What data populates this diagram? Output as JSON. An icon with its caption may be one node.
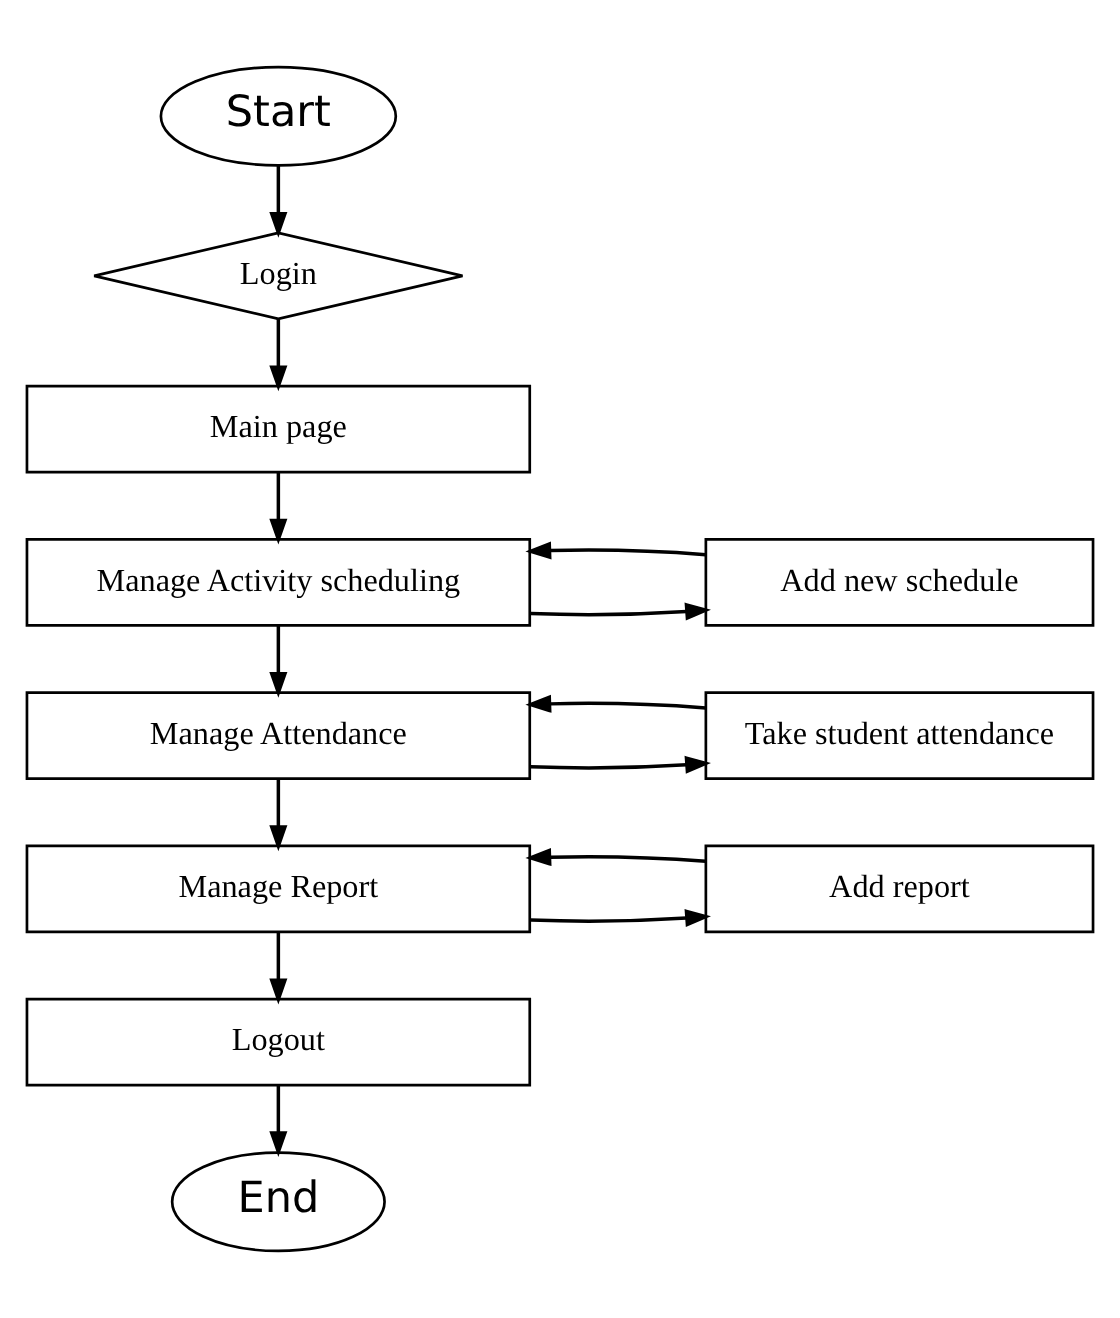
{
  "diagram": {
    "nodes": [
      {
        "text": [
          "Start"
        ]
      },
      {
        "text": [
          "Login"
        ]
      },
      {
        "text": [
          "Main page"
        ]
      },
      {
        "text": [
          "Manage Activity scheduling"
        ]
      },
      {
        "text": [
          "Add new schedule"
        ]
      },
      {
        "text": [
          "Manage Attendance"
        ]
      },
      {
        "text": [
          "Take student attendance"
        ]
      },
      {
        "text": [
          "Manage Report"
        ]
      },
      {
        "text": [
          "Add report"
        ]
      },
      {
        "text": [
          "Logout"
        ]
      },
      {
        "text": [
          "End"
        ]
      }
    ],
    "edges": [
      {
        "from": 0,
        "to": 1,
        "arrow": "to"
      },
      {
        "from": 1,
        "to": 2,
        "arrow": "to"
      },
      {
        "from": 2,
        "to": 3,
        "arrow": "to"
      },
      {
        "from": 3,
        "to": 4,
        "arrow": "to"
      },
      {
        "from": 4,
        "to": 3,
        "arrow": "to"
      },
      {
        "from": 3,
        "to": 5,
        "arrow": "to"
      },
      {
        "from": 5,
        "to": 6,
        "arrow": "to"
      },
      {
        "from": 6,
        "to": 5,
        "arrow": "to"
      },
      {
        "from": 5,
        "to": 7,
        "arrow": "to"
      },
      {
        "from": 7,
        "to": 8,
        "arrow": "to"
      },
      {
        "from": 8,
        "to": 7,
        "arrow": "to"
      },
      {
        "from": 7,
        "to": 9,
        "arrow": "to"
      },
      {
        "from": 9,
        "to": 10,
        "arrow": "to"
      }
    ]
  }
}
